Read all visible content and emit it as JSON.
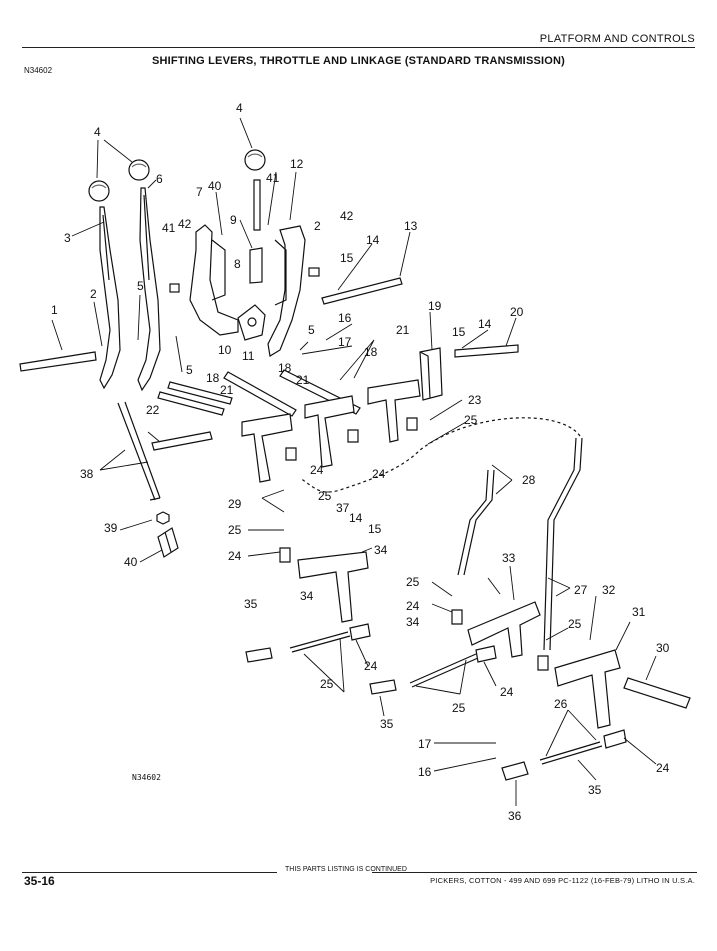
{
  "header": {
    "section": "PLATFORM AND CONTROLS",
    "title": "SHIFTING LEVERS, THROTTLE AND LINKAGE (STANDARD TRANSMISSION)",
    "figure_id": "N34602"
  },
  "diagram": {
    "figure_id": "N34602",
    "callouts": [
      "1",
      "2",
      "3",
      "4",
      "4",
      "5",
      "5",
      "5",
      "6",
      "7",
      "8",
      "9",
      "10",
      "11",
      "12",
      "13",
      "14",
      "14",
      "14",
      "15",
      "15",
      "15",
      "16",
      "16",
      "17",
      "17",
      "18",
      "18",
      "18",
      "19",
      "20",
      "21",
      "21",
      "21",
      "22",
      "23",
      "24",
      "24",
      "24",
      "24",
      "24",
      "24",
      "24",
      "25",
      "25",
      "25",
      "25",
      "25",
      "25",
      "25",
      "26",
      "27",
      "28",
      "29",
      "30",
      "31",
      "32",
      "33",
      "34",
      "34",
      "34",
      "35",
      "35",
      "35",
      "36",
      "37",
      "38",
      "39",
      "40",
      "40",
      "41",
      "41",
      "42",
      "42",
      "2"
    ]
  },
  "footer": {
    "continued": "THIS PARTS LISTING IS CONTINUED",
    "page_number": "35-16",
    "info": "PICKERS, COTTON - 499 AND 699   PC-1122 (16-FEB-79)   LITHO IN U.S.A."
  }
}
